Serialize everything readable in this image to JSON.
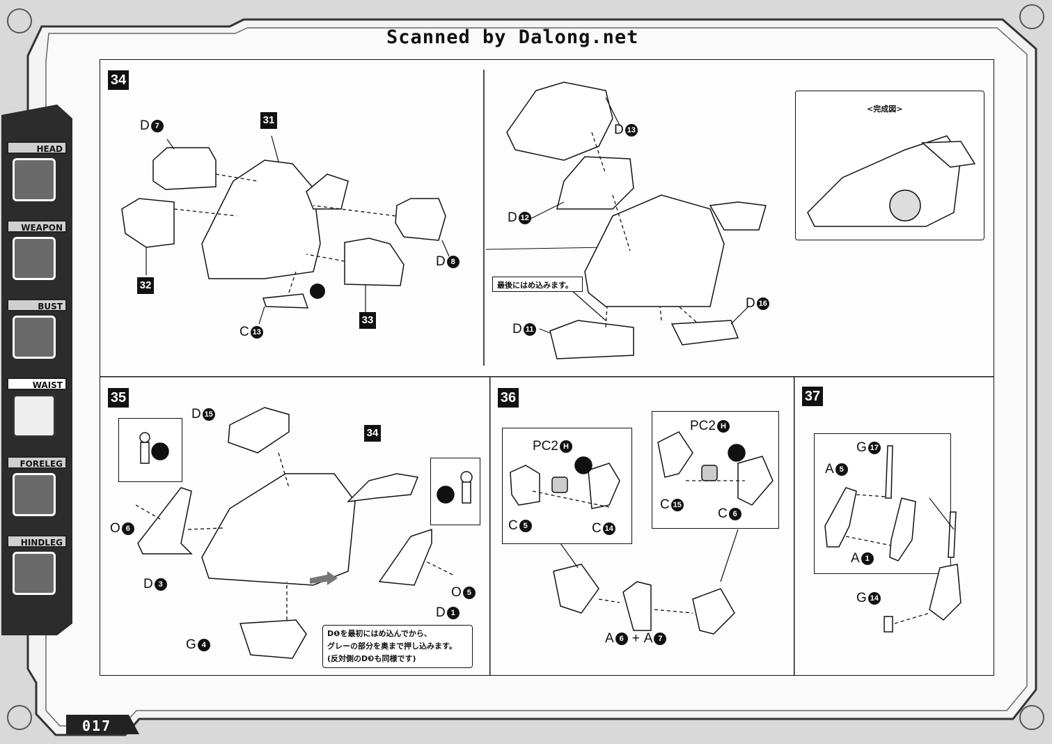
{
  "header": {
    "title": "Scanned by Dalong.net"
  },
  "page_number": "017",
  "sidebar": {
    "tabs": [
      {
        "label": "HEAD",
        "active": false
      },
      {
        "label": "WEAPON",
        "active": false
      },
      {
        "label": "BUST",
        "active": false
      },
      {
        "label": "WAIST",
        "active": true
      },
      {
        "label": "FORELEG",
        "active": false
      },
      {
        "label": "HINDLEG",
        "active": false
      }
    ]
  },
  "steps": {
    "s34": {
      "number": "34",
      "refs": {
        "r31": "31",
        "r32": "32",
        "r33": "33"
      },
      "parts": [
        {
          "letter": "D",
          "num": "7"
        },
        {
          "letter": "D",
          "num": "8"
        },
        {
          "letter": "C",
          "num": "13"
        }
      ]
    },
    "s34b": {
      "parts": [
        {
          "letter": "D",
          "num": "13"
        },
        {
          "letter": "D",
          "num": "12"
        },
        {
          "letter": "D",
          "num": "11"
        },
        {
          "letter": "D",
          "num": "16"
        }
      ],
      "note": "最後にはめ込みます。",
      "complete_label": "<完成図>"
    },
    "s35": {
      "number": "35",
      "ref": "34",
      "parts": [
        {
          "letter": "D",
          "num": "15"
        },
        {
          "letter": "O",
          "num": "6"
        },
        {
          "letter": "D",
          "num": "3"
        },
        {
          "letter": "G",
          "num": "4"
        },
        {
          "letter": "O",
          "num": "5"
        },
        {
          "letter": "D",
          "num": "1"
        }
      ],
      "note_lines": [
        "D❶を最初にはめ込んでから、",
        "グレーの部分を奥まで押し込みます。",
        "(反対側のD❸も同様です)"
      ]
    },
    "s36": {
      "number": "36",
      "parts": [
        {
          "letter": "PC2",
          "num": "H"
        },
        {
          "letter": "C",
          "num": "5"
        },
        {
          "letter": "C",
          "num": "14"
        },
        {
          "letter": "PC2",
          "num": "H"
        },
        {
          "letter": "C",
          "num": "15"
        },
        {
          "letter": "C",
          "num": "6"
        }
      ],
      "combo": {
        "a": "A",
        "a_num": "6",
        "plus": "+",
        "b": "A",
        "b_num": "7"
      }
    },
    "s37": {
      "number": "37",
      "parts": [
        {
          "letter": "G",
          "num": "17"
        },
        {
          "letter": "A",
          "num": "5"
        },
        {
          "letter": "A",
          "num": "1"
        },
        {
          "letter": "G",
          "num": "14"
        }
      ]
    }
  }
}
